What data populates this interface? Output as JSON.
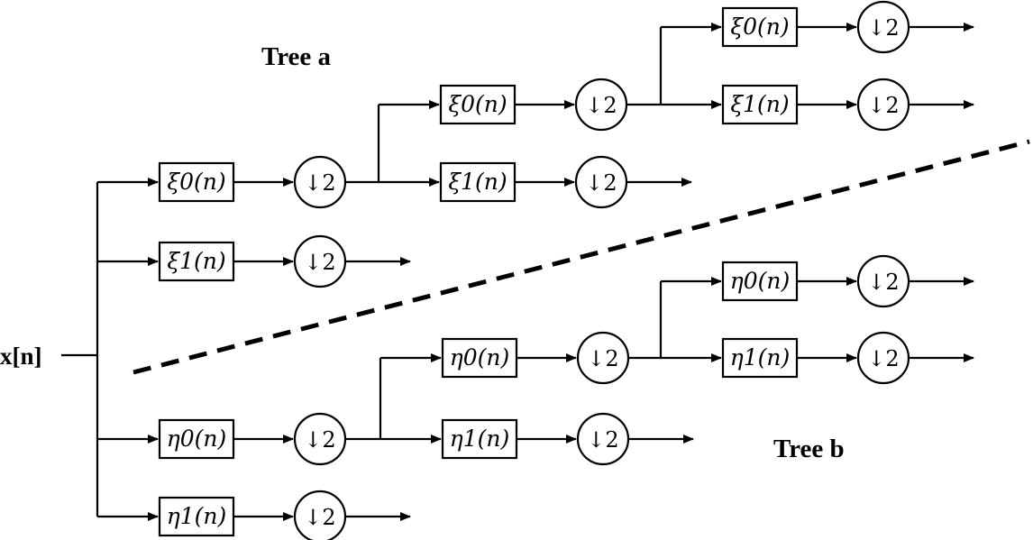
{
  "input_label": "x[n]",
  "tree_a_label": "Tree a",
  "tree_b_label": "Tree b",
  "downsample_label": "↓2",
  "filters": {
    "xi0": "ξ0(n)",
    "xi1": "ξ1(n)",
    "eta0": "η0(n)",
    "eta1": "η1(n)"
  },
  "tree_a": {
    "level1": [
      "ξ0(n)",
      "ξ1(n)"
    ],
    "level2": [
      "ξ0(n)",
      "ξ1(n)"
    ],
    "level3": [
      "ξ0(n)",
      "ξ1(n)"
    ]
  },
  "tree_b": {
    "level1": [
      "η0(n)",
      "η1(n)"
    ],
    "level2": [
      "η0(n)",
      "η1(n)"
    ],
    "level3": [
      "η0(n)",
      "η1(n)"
    ]
  }
}
